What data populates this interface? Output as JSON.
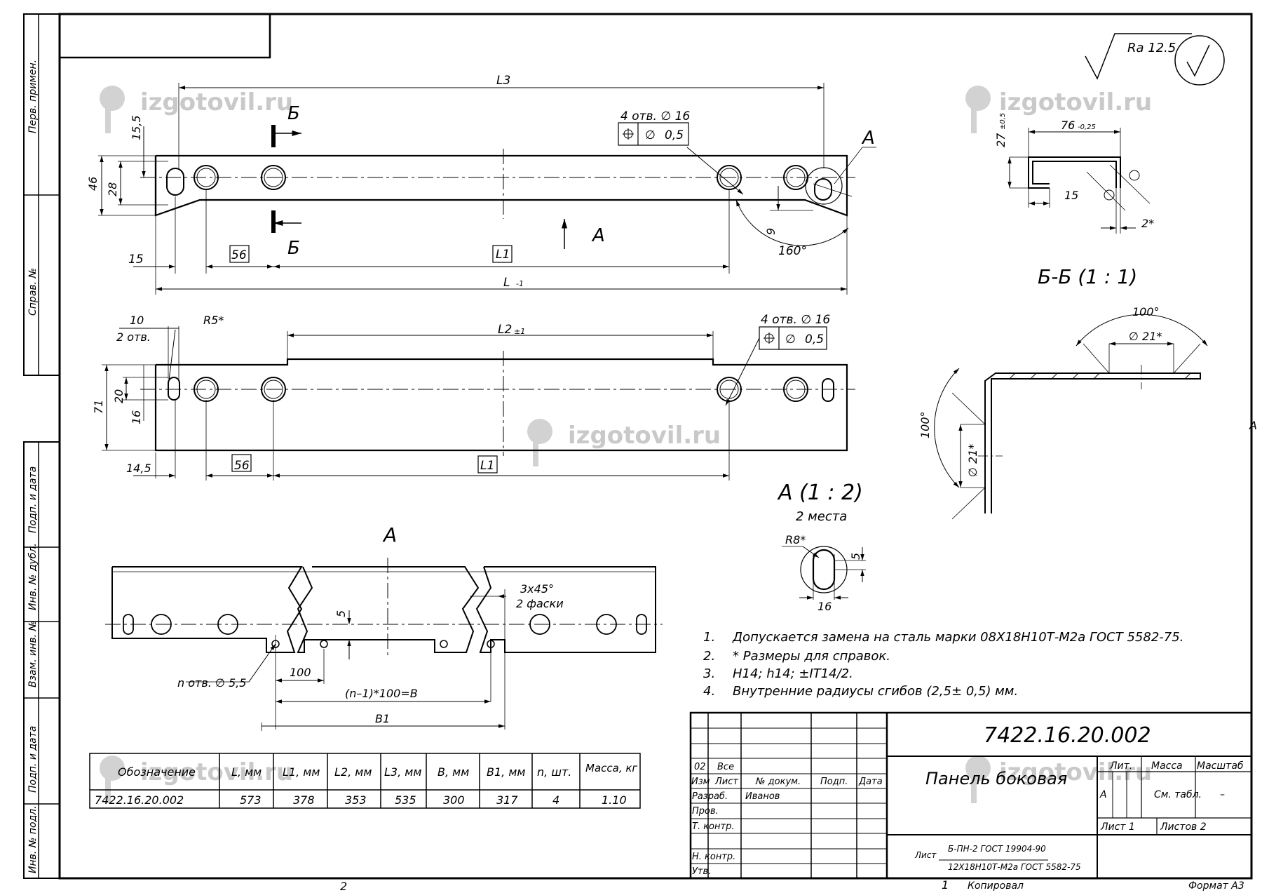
{
  "watermark": "izgotovil.ru",
  "roughness": {
    "label": "Ra 12.5"
  },
  "side_labels": {
    "perv_primen": "Перв. примен.",
    "sprav_no": "Справ. №",
    "podp_data_1": "Подп. и дата",
    "inv_dubl": "Инв. № дубл.",
    "vzam_inv": "Взам. инв. №",
    "podp_data_2": "Подп. и дата",
    "inv_podl": "Инв. № подл."
  },
  "view_top": {
    "L3": "L3",
    "L1": "L1",
    "L": "L",
    "L_tol": "-1",
    "box56": "56",
    "d15": "15",
    "d155": "15,5",
    "d46": "46",
    "d28": "28",
    "d9": "9",
    "angle160": "160°",
    "holes": "4 отв. ∅ 16",
    "tol_sym": "∅",
    "tol_val": "0,5",
    "section_B": "Б",
    "letter_A": "A",
    "arrow_A": "A"
  },
  "view_bottom": {
    "L2": "L2",
    "L2_tol": "±1",
    "L1": "L1",
    "box56": "56",
    "d10": "10",
    "two_holes": "2 отв.",
    "r5": "R5*",
    "d71": "71",
    "d20": "20",
    "d16": "16",
    "d145": "14,5",
    "holes": "4 отв. ∅ 16",
    "tol_sym": "∅",
    "tol_val": "0,5"
  },
  "view_A": {
    "title": "A",
    "chamfer": "3x45°",
    "chamfer2": "2 фаски",
    "d5": "5",
    "holes_n": "n отв. ∅ 5,5",
    "d100": "100",
    "formula": "(n–1)*100=B",
    "B1": "B1"
  },
  "profile": {
    "d76": "76",
    "d76_tol": "-0,25",
    "d27": "27",
    "d27_tol": "±0,5",
    "d15": "15",
    "d2": "2*"
  },
  "section_BB": {
    "title": "Б-Б (1 : 1)",
    "angle1": "100°",
    "angle2": "100°",
    "dia1": "∅ 21*",
    "dia2": "∅ 21*"
  },
  "detail_A": {
    "title": "A (1 : 2)",
    "subtitle": "2 места",
    "r8": "R8*",
    "d5": "5",
    "d16": "16"
  },
  "right_edge_label": "A",
  "notes": [
    {
      "n": "1.",
      "text": "Допускается замена на сталь марки 08Х18Н10Т-М2а ГОСТ 5582-75."
    },
    {
      "n": "2.",
      "text": "* Размеры для справок."
    },
    {
      "n": "3.",
      "text": "H14; h14; ±IT14/2."
    },
    {
      "n": "4.",
      "text": "Внутренние радиусы сгибов (2,5± 0,5) мм."
    }
  ],
  "table": {
    "headers": [
      "Обозначение",
      "L, мм",
      "L1, мм",
      "L2, мм",
      "L3, мм",
      "B, мм",
      "B1, мм",
      "n, шт.",
      "Масса, кг"
    ],
    "rows": [
      [
        "7422.16.20.002",
        "573",
        "378",
        "353",
        "535",
        "300",
        "317",
        "4",
        "1.10"
      ]
    ]
  },
  "title_block": {
    "code": "7422.16.20.002",
    "name": "Панель боковая",
    "rev_no": "02",
    "rev_text": "Все",
    "col_izm": "Изм",
    "col_list": "Лист",
    "col_doc": "№ докум.",
    "col_podp": "Подп.",
    "col_data": "Дата",
    "razrab": "Разраб.",
    "razrab_name": "Иванов",
    "prov": "Пров.",
    "tkontr": "Т. контр.",
    "nkontr": "Н. контр.",
    "utv": "Утв.",
    "lit": "Лит.",
    "massa": "Масса",
    "masshtab": "Масштаб",
    "lit_val": "A",
    "massa_val": "См. табл.",
    "masshtab_val": "–",
    "list": "Лист 1",
    "listov": "Листов 2",
    "material_label": "Лист",
    "material_1": "Б-ПН-2 ГОСТ 19904-90",
    "material_2": "12Х18Н10Т-М2а ГОСТ 5582-75"
  },
  "footer": {
    "page_left": "2",
    "page_right": "1",
    "kopiroval": "Копировал",
    "format": "Формат А3"
  }
}
